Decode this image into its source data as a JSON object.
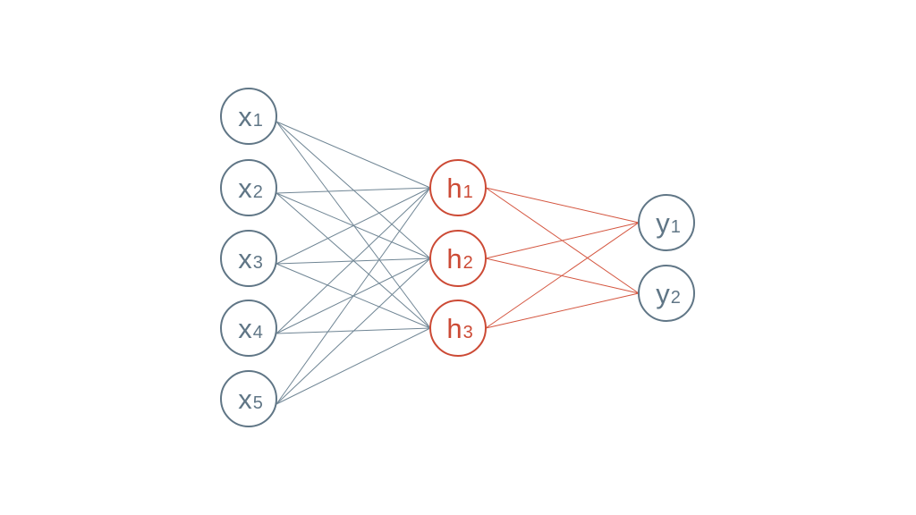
{
  "diagram": {
    "colors": {
      "input": "#607686",
      "hidden": "#cc4a35",
      "output": "#607686",
      "input_edges": "#6f8594",
      "output_edges": "#d4553f",
      "node_fill": "#ffffff"
    },
    "layers": [
      {
        "name": "input",
        "nodes": [
          {
            "id": "x1",
            "base": "x",
            "sub": "1"
          },
          {
            "id": "x2",
            "base": "x",
            "sub": "2"
          },
          {
            "id": "x3",
            "base": "x",
            "sub": "3"
          },
          {
            "id": "x4",
            "base": "x",
            "sub": "4"
          },
          {
            "id": "x5",
            "base": "x",
            "sub": "5"
          }
        ]
      },
      {
        "name": "hidden",
        "nodes": [
          {
            "id": "h1",
            "base": "h",
            "sub": "1"
          },
          {
            "id": "h2",
            "base": "h",
            "sub": "2"
          },
          {
            "id": "h3",
            "base": "h",
            "sub": "3"
          }
        ]
      },
      {
        "name": "output",
        "nodes": [
          {
            "id": "y1",
            "base": "y",
            "sub": "1"
          },
          {
            "id": "y2",
            "base": "y",
            "sub": "2"
          }
        ]
      }
    ],
    "connectivity": "fully-connected"
  }
}
